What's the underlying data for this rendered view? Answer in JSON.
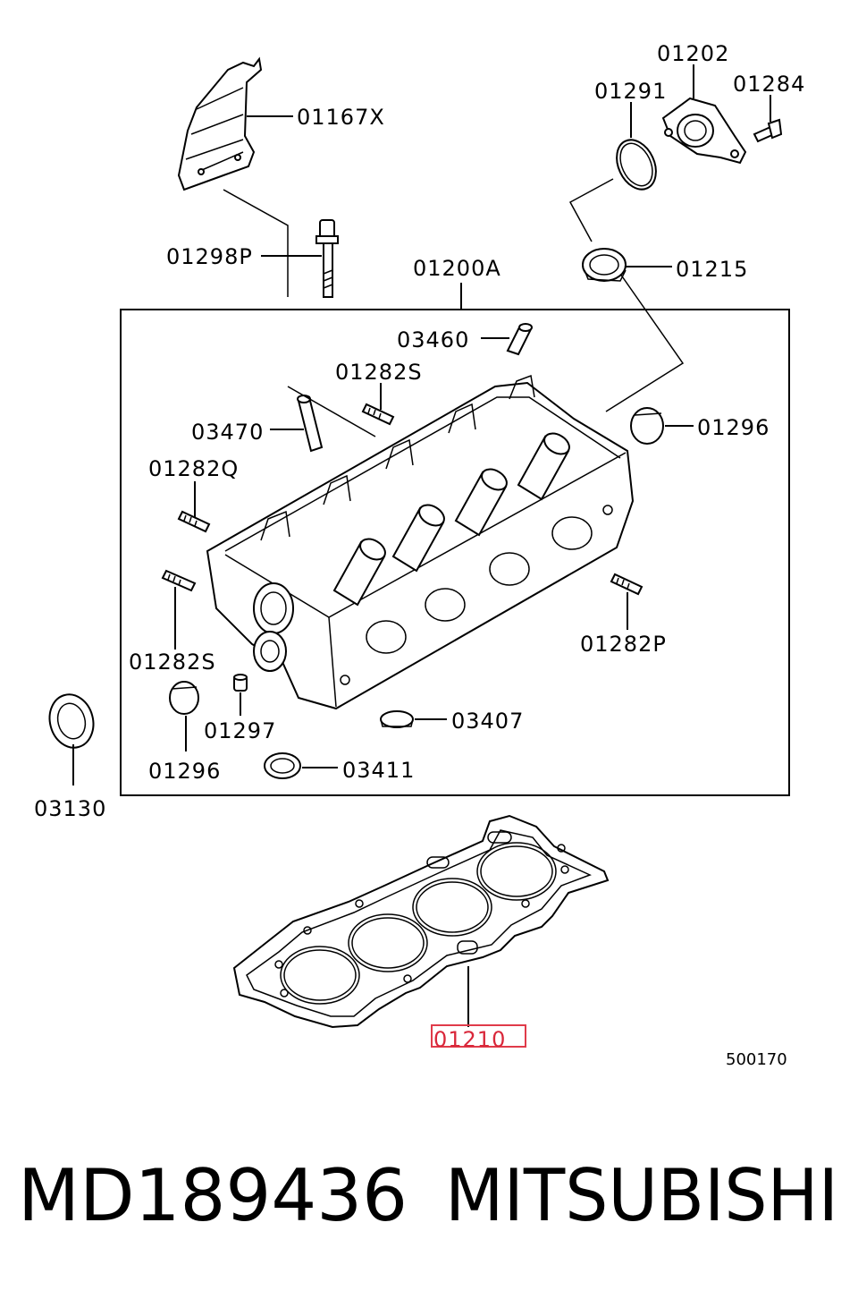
{
  "labels": {
    "p01167x": "01167X",
    "p01202": "01202",
    "p01291": "01291",
    "p01284": "01284",
    "p01298p": "01298P",
    "p01200a": "01200A",
    "p01215": "01215",
    "p03460": "03460",
    "p01282s_top": "01282S",
    "p03470": "03470",
    "p01296_right": "01296",
    "p01282q": "01282Q",
    "p01282p": "01282P",
    "p01282s_left": "01282S",
    "p01297": "01297",
    "p03407": "03407",
    "p01296_left": "01296",
    "p03411": "03411",
    "p03130": "03130",
    "p01210": "01210"
  },
  "highlighted_part": "01210",
  "highlight_color": "#e03b4a",
  "diagram_code": "500170",
  "caption": {
    "part_number": "MD189436",
    "brand": "MITSUBISHI"
  }
}
